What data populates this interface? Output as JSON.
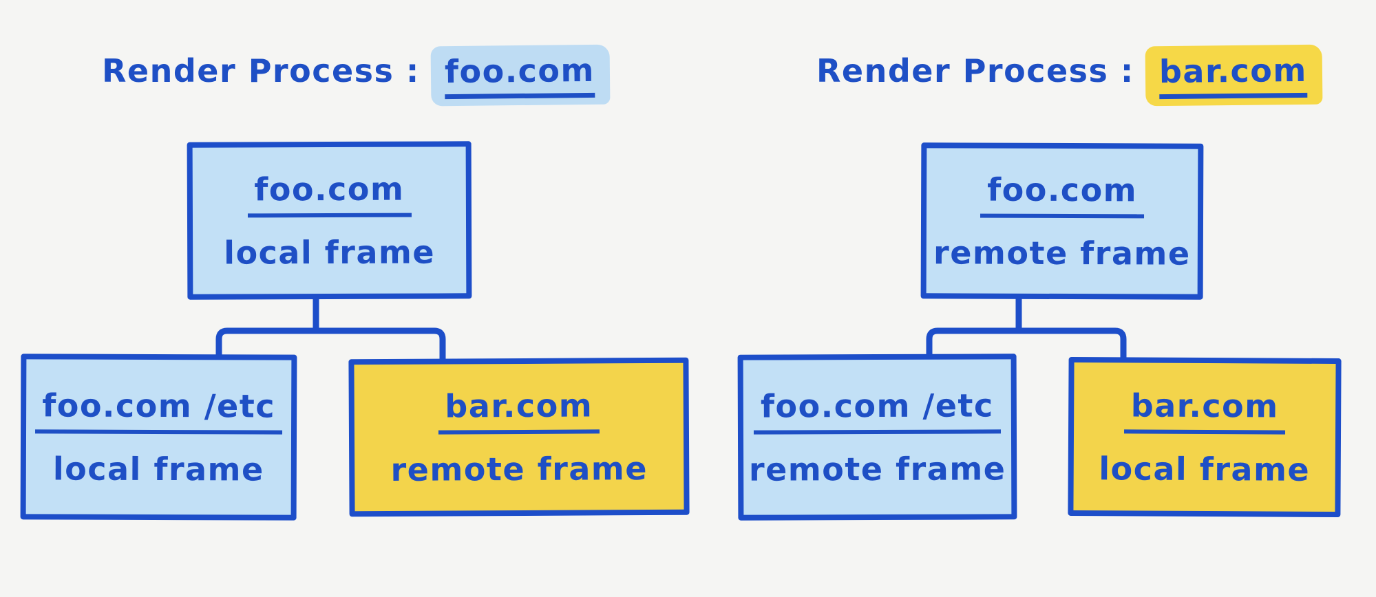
{
  "diagram": {
    "background_color": "#f5f5f3",
    "ink_color": "#1e4fc5",
    "colors": {
      "box_blue_fill": "#c2e0f6",
      "box_yellow_fill": "#f3d44b",
      "title_highlight_blue": "#bedcf3",
      "title_highlight_yellow": "#f6d847",
      "border_blue": "#1d4ec9"
    },
    "panels": [
      {
        "title": {
          "prefix": "Render Process :",
          "domain": "foo.com",
          "highlight_color": "#bedcf3"
        },
        "root": {
          "domain": "foo.com",
          "frame_type": "local frame",
          "variant": "blue"
        },
        "children": [
          {
            "domain": "foo.com /etc",
            "frame_type": "local frame",
            "variant": "blue"
          },
          {
            "domain": "bar.com",
            "frame_type": "remote frame",
            "variant": "yellow"
          }
        ]
      },
      {
        "title": {
          "prefix": "Render Process :",
          "domain": "bar.com",
          "highlight_color": "#f6d847"
        },
        "root": {
          "domain": "foo.com",
          "frame_type": "remote frame",
          "variant": "blue"
        },
        "children": [
          {
            "domain": "foo.com /etc",
            "frame_type": "remote frame",
            "variant": "blue"
          },
          {
            "domain": "bar.com",
            "frame_type": "local frame",
            "variant": "yellow"
          }
        ]
      }
    ]
  }
}
